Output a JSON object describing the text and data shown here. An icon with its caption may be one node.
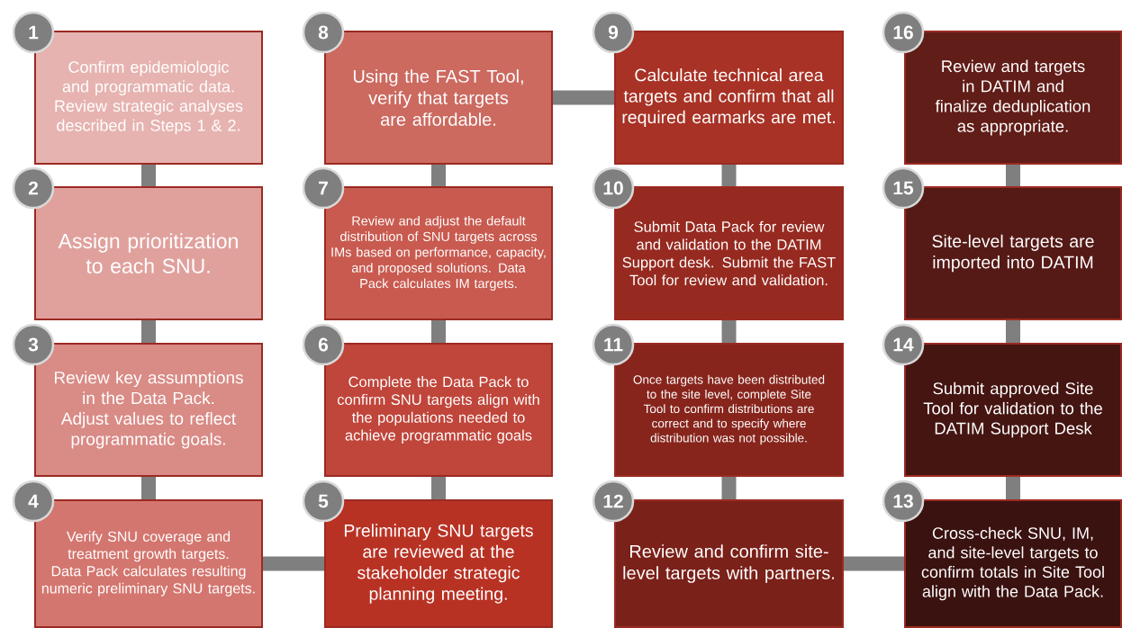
{
  "diagram": {
    "nodes": [
      {
        "text": [
          "1",
          "Confirm epidemiologic and programmatic data. Review strategic analyses described in Steps 1 & 2."
        ]
      },
      {
        "text": [
          "2",
          "Assign prioritization to each SNU."
        ]
      },
      {
        "text": [
          "3",
          "Review key assumptions in the Data Pack. Adjust values to reflect programmatic goals."
        ]
      },
      {
        "text": [
          "4",
          "Verify SNU coverage and treatment growth targets. Data Pack calculates resulting numeric preliminary SNU targets."
        ]
      },
      {
        "text": [
          "5",
          "Preliminary SNU targets are reviewed at the stakeholder strategic planning meeting."
        ]
      },
      {
        "text": [
          "6",
          "Complete the Data Pack to confirm SNU targets align with the populations needed to achieve programmatic goals"
        ]
      },
      {
        "text": [
          "7",
          "Review and adjust the default distribution of SNU targets across IMs based on performance, capacity, and proposed solutions. Data Pack calculates IM targets."
        ]
      },
      {
        "text": [
          "8",
          "Using the FAST Tool, verify that targets are affordable."
        ]
      },
      {
        "text": [
          "9",
          "Calculate technical area targets and confirm that all required earmarks are met."
        ]
      },
      {
        "text": [
          "10",
          "Submit Data Pack for review and validation to the DATIM Support desk. Submit the FAST Tool for review and validation."
        ]
      },
      {
        "text": [
          "11",
          "Once targets have been distributed to the site level, complete Site Tool to confirm distributions are correct and to specify where distribution was not possible."
        ]
      },
      {
        "text": [
          "12",
          "Review and confirm site-level targets with partners."
        ]
      },
      {
        "text": [
          "13",
          "Cross-check SNU, IM, and site-level targets to confirm totals in Site Tool align with the Data Pack."
        ]
      },
      {
        "text": [
          "14",
          "Submit approved Site Tool for validation to the DATIM Support Desk"
        ]
      },
      {
        "text": [
          "15",
          "Site-level targets are imported into DATIM"
        ]
      },
      {
        "text": [
          "16",
          "Review and targets in DATIM and finalize deduplication as appropriate."
        ]
      }
    ],
    "edges": [
      {
        "from": 0,
        "to": 1,
        "arrow": "none"
      },
      {
        "from": 1,
        "to": 2,
        "arrow": "none"
      },
      {
        "from": 2,
        "to": 3,
        "arrow": "none"
      },
      {
        "from": 3,
        "to": 4,
        "arrow": "none"
      },
      {
        "from": 4,
        "to": 5,
        "arrow": "none"
      },
      {
        "from": 5,
        "to": 6,
        "arrow": "none"
      },
      {
        "from": 6,
        "to": 7,
        "arrow": "none"
      },
      {
        "from": 7,
        "to": 8,
        "arrow": "none"
      },
      {
        "from": 8,
        "to": 9,
        "arrow": "none"
      },
      {
        "from": 9,
        "to": 10,
        "arrow": "none"
      },
      {
        "from": 10,
        "to": 11,
        "arrow": "none"
      },
      {
        "from": 11,
        "to": 12,
        "arrow": "none"
      },
      {
        "from": 12,
        "to": 13,
        "arrow": "none"
      },
      {
        "from": 13,
        "to": 14,
        "arrow": "none"
      },
      {
        "from": 14,
        "to": 15,
        "arrow": "none"
      }
    ]
  }
}
